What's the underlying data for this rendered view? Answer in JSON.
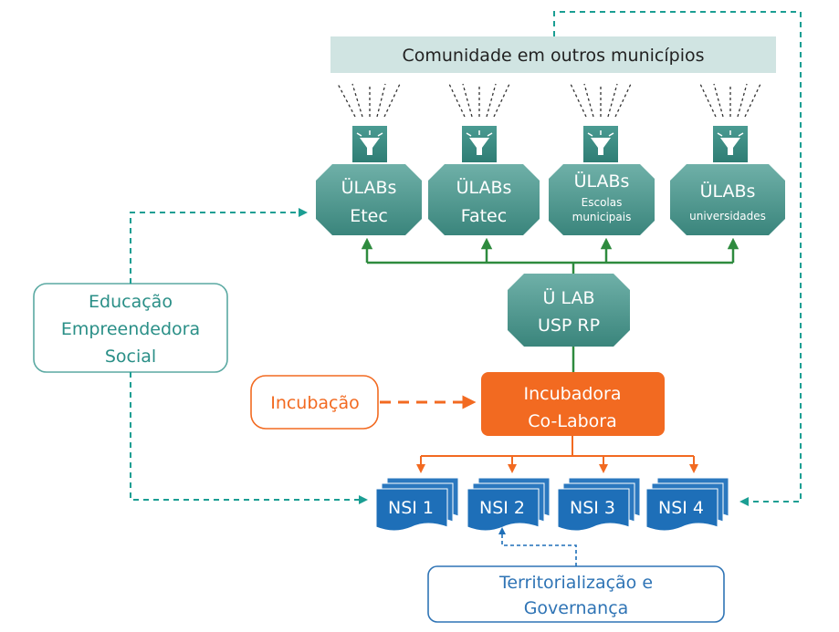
{
  "community": {
    "label": "Comunidade em outros municípios"
  },
  "ulabs": [
    {
      "line1": "ÜLABs",
      "line2": "Etec",
      "small": false
    },
    {
      "line1": "ÜLABs",
      "line2": "Fatec",
      "small": false
    },
    {
      "line1": "ÜLABs",
      "line2": "Escolas municipais",
      "small": true
    },
    {
      "line1": "ÜLABs",
      "line2": "universidades",
      "small": true
    }
  ],
  "ulab_center": {
    "line1": "Ü LAB",
    "line2": "USP RP"
  },
  "incubadora": {
    "line1": "Incubadora",
    "line2": "Co-Labora"
  },
  "incubacao": {
    "label": "Incubação"
  },
  "educacao": {
    "line1": "Educação",
    "line2": "Empreendedora",
    "line3": "Social"
  },
  "territorial": {
    "line1": "Territorialização e",
    "line2": "Governança"
  },
  "nsi": [
    "NSI 1",
    "NSI 2",
    "NSI 3",
    "NSI 4"
  ],
  "colors": {
    "teal_dark": "#3d8b83",
    "teal_light": "#d0e4e2",
    "green_arrow": "#2e8b3e",
    "orange": "#f26a21",
    "blue": "#1e6fb8",
    "teal_dashed": "#1b9e93",
    "educacao_border": "#5aa9a2",
    "territorial_border": "#2f74b5"
  }
}
